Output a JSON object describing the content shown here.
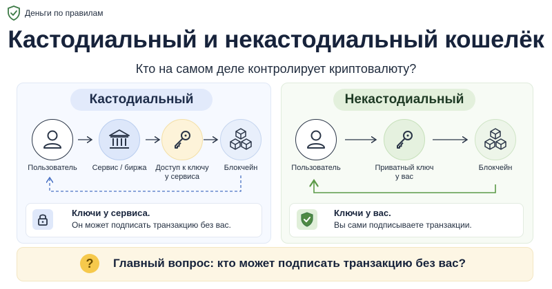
{
  "brand": {
    "name": "Деньги по правилам"
  },
  "header": {
    "title": "Кастодиальный и некастодиальный кошелёк",
    "subtitle": "Кто на самом деле контролирует криптовалюту?"
  },
  "custodial": {
    "label": "Кастодиальный",
    "nodes": [
      {
        "label": "Пользователь",
        "icon": "user-icon"
      },
      {
        "label": "Сервис / биржа",
        "icon": "bank-icon"
      },
      {
        "label_line1": "Доступ к ключу",
        "label_line2": "у сервиса",
        "icon": "key-icon"
      },
      {
        "label": "Блокчейн",
        "icon": "blockchain-icon"
      }
    ],
    "info": {
      "title": "Ключи у сервиса.",
      "text": "Он может подписать транзакцию без вас.",
      "icon": "lock-icon"
    }
  },
  "noncustodial": {
    "label": "Некастодиальный",
    "nodes": [
      {
        "label": "Пользователь",
        "icon": "user-icon"
      },
      {
        "label_line1": "Приватный ключ",
        "label_line2": "у вас",
        "icon": "key-icon"
      },
      {
        "label": "Блокчейн",
        "icon": "blockchain-icon"
      }
    ],
    "info": {
      "title": "Ключи у вас.",
      "text": "Вы сами подписываете транзакции.",
      "icon": "shield-check-icon"
    }
  },
  "footer": {
    "question": "Главный вопрос: кто может подписать транзакцию без вас?",
    "icon": "question-icon"
  },
  "colors": {
    "dark": "#17233b",
    "blue_accent": "#4a72c4",
    "green_accent": "#5c9a48",
    "yellow_accent": "#f6c94c"
  }
}
